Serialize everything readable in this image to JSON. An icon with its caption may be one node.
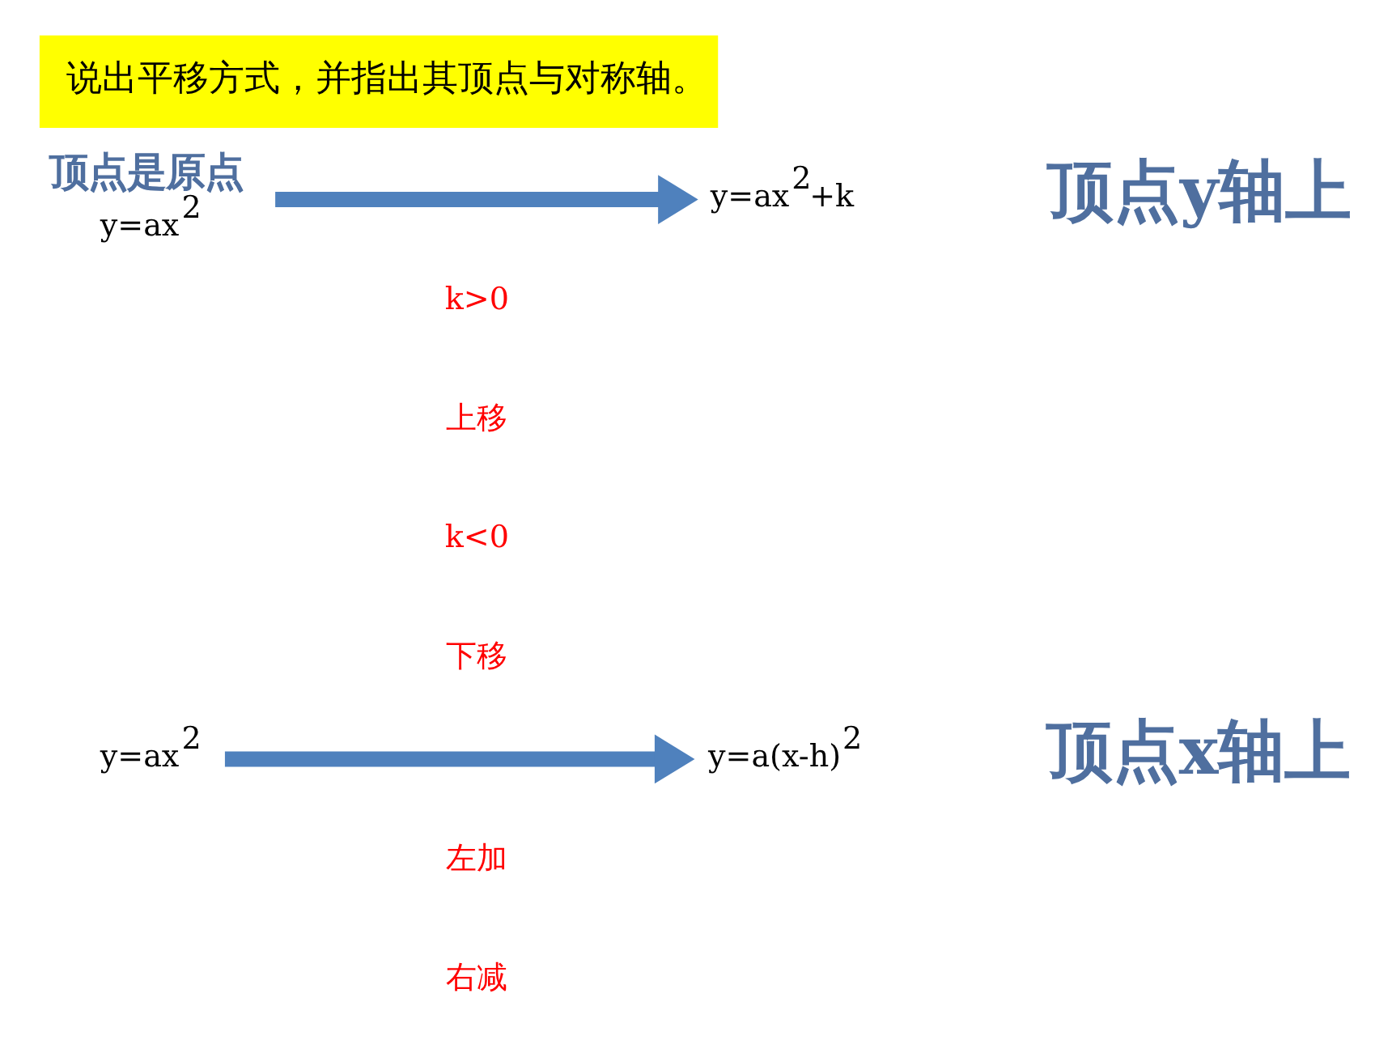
{
  "diagram": {
    "title": "说出平移方式，并指出其顶点与对称轴。",
    "nodes": [
      {
        "text": [
          "y=ax$^{2}$"
        ],
        "beside": [
          "顶点是原点"
        ]
      },
      {
        "text": [
          "y=ax$^{2}$+k"
        ]
      },
      {
        "text": [
          "y=ax$^{2}$"
        ]
      },
      {
        "text": [
          "y=a(x-h)$^{2}$"
        ]
      }
    ],
    "edges": [
      {
        "from": 0,
        "to": 1,
        "arrow": "to"
      },
      {
        "from": 2,
        "to": 3,
        "arrow": "to"
      }
    ],
    "labels": [
      "k>0",
      "上移",
      "k<0",
      "下移",
      "顶点y轴上",
      "左加",
      "右减",
      "顶点x轴上"
    ]
  }
}
